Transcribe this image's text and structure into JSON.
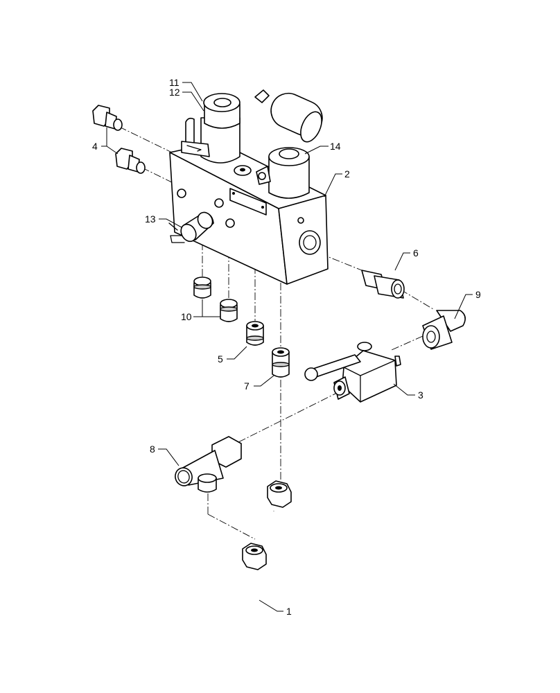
{
  "diagram": {
    "callouts": [
      {
        "id": "c1",
        "text": "1"
      },
      {
        "id": "c2",
        "text": "2"
      },
      {
        "id": "c3",
        "text": "3"
      },
      {
        "id": "c4",
        "text": "4"
      },
      {
        "id": "c5",
        "text": "5"
      },
      {
        "id": "c6",
        "text": "6"
      },
      {
        "id": "c7",
        "text": "7"
      },
      {
        "id": "c8",
        "text": "8"
      },
      {
        "id": "c9",
        "text": "9"
      },
      {
        "id": "c10",
        "text": "10"
      },
      {
        "id": "c11",
        "text": "11"
      },
      {
        "id": "c12",
        "text": "12"
      },
      {
        "id": "c13",
        "text": "13"
      },
      {
        "id": "c14",
        "text": "14"
      }
    ],
    "parts": {
      "hose": "1",
      "valve-block": "2",
      "ball-valve": "3",
      "straight-fitting-pair": "4",
      "adapter-fitting-5": "5",
      "connector-fitting-6": "6",
      "adapter-fitting-7": "7",
      "tee-fitting": "8",
      "elbow-fitting": "9",
      "plug-pair": "10",
      "cartridge-valve-11": "11",
      "cartridge-valve-12": "12",
      "solenoid-sensor": "13",
      "solenoid-valve": "14"
    }
  }
}
